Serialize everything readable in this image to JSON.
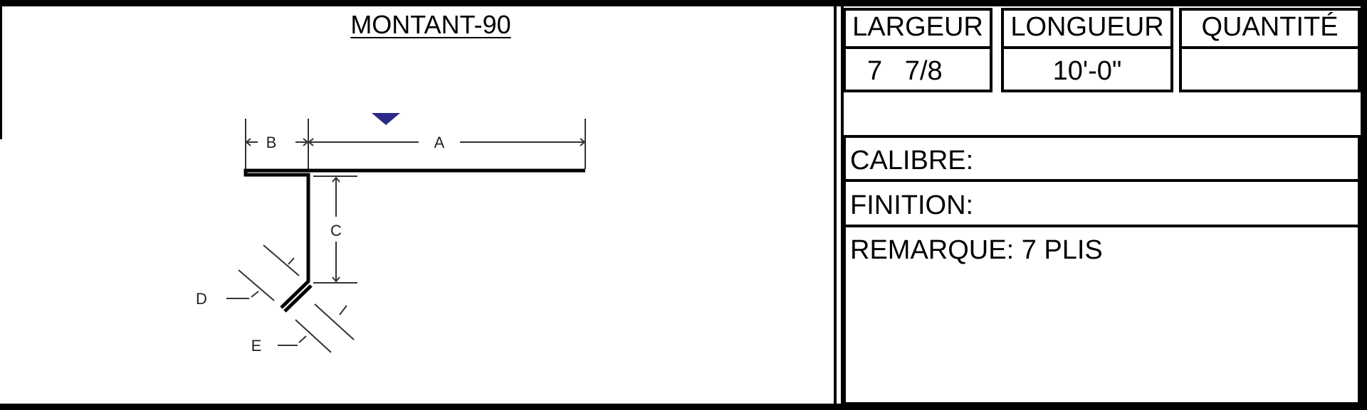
{
  "title": "MONTANT-90",
  "diagram": {
    "labels": {
      "a": "A",
      "b": "B",
      "c": "C",
      "d": "D",
      "e": "E"
    },
    "marker_color": "#2b2a8a"
  },
  "spec_table": {
    "headers": [
      "LARGEUR",
      "LONGUEUR",
      "QUANTITÉ"
    ],
    "values": [
      "7   7/8",
      "10'-0\"",
      ""
    ]
  },
  "fields": {
    "calibre": "CALIBRE:",
    "finition": "FINITION:",
    "remarque": "REMARQUE: 7 PLIS"
  }
}
